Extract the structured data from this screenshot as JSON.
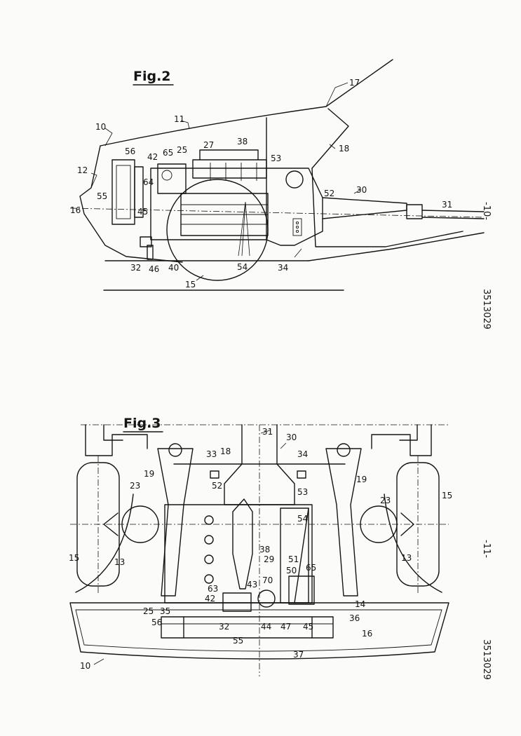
{
  "figures": [
    {
      "title": "Fig.2"
    },
    {
      "title": "Fig.3"
    }
  ],
  "page_numbers": [
    "-10-",
    "-11-"
  ],
  "document_number": [
    "3513029",
    "3513029"
  ],
  "fig2_labels": [
    "17",
    "11",
    "10",
    "18",
    "56",
    "42",
    "65",
    "25",
    "27",
    "38",
    "53",
    "12",
    "64",
    "30",
    "55",
    "52",
    "31",
    "16",
    "45",
    "32",
    "46",
    "40",
    "54",
    "34",
    "15"
  ],
  "fig3_labels": [
    "31",
    "30",
    "18",
    "33",
    "34",
    "19",
    "19",
    "52",
    "53",
    "23",
    "23",
    "15",
    "15",
    "54",
    "38",
    "29",
    "13",
    "13",
    "51",
    "50",
    "65",
    "70",
    "63",
    "43",
    "42",
    "25",
    "35",
    "14",
    "56",
    "32",
    "44",
    "47",
    "45",
    "36",
    "16",
    "55",
    "37",
    "10"
  ]
}
